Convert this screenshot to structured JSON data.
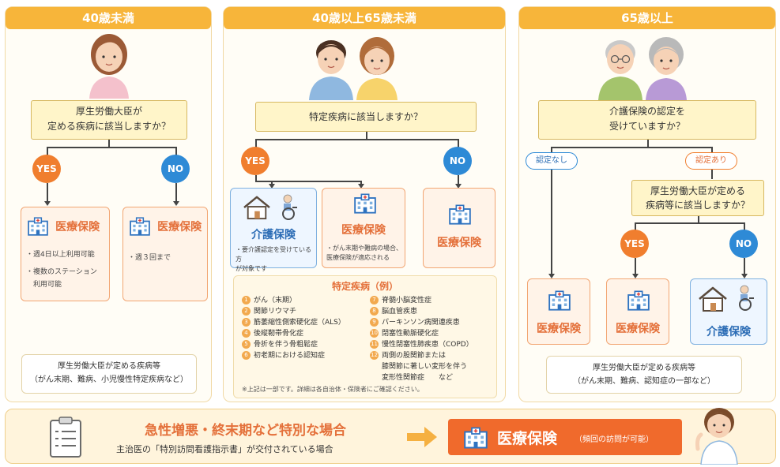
{
  "col1": {
    "title": "40歳未満",
    "question_1": "厚生労働大臣が",
    "question_2": "定める疾病に該当しますか？",
    "yes": "YES",
    "no": "NO",
    "yes_box": {
      "title": "医療保険",
      "bullets": [
        "・週4日以上利用可能",
        "・複数のステーション",
        "　利用可能"
      ]
    },
    "no_box": {
      "title": "医療保険",
      "bullets": [
        "・週３回まで"
      ]
    },
    "info_1": "厚生労働大臣が定める疾病等",
    "info_2": "（がん末期、難病、小児慢性特定疾病など）"
  },
  "col2": {
    "title": "40歳以上65歳未満",
    "question": "特定疾病に該当しますか？",
    "yes": "YES",
    "no": "NO",
    "kaigo_box": {
      "title": "介護保険",
      "notes": [
        "・要介護認定を受けている方",
        "が対象です"
      ]
    },
    "med_box": {
      "title": "医療保険",
      "notes": [
        "・がん末期や難病の場合、",
        "医療保険が適応される"
      ]
    },
    "no_box": {
      "title": "医療保険"
    },
    "disease_title": "特定疾病（例）",
    "diseases_left": [
      "がん（末期）",
      "関節リウマチ",
      "筋萎縮性側索硬化症（ALS）",
      "後縦靭帯骨化症",
      "骨折を伴う骨粗鬆症",
      "初老期における認知症"
    ],
    "diseases_right": [
      "脊髄小脳変性症",
      "脳血管疾患",
      "パーキンソン病関連疾患",
      "閉塞性動脈硬化症",
      "慢性閉塞性肺疾患（COPD）",
      "両側の股関節または",
      "膝関節に著しい変形を伴う",
      "変形性関節症　　など"
    ],
    "nums_left": [
      "1",
      "2",
      "3",
      "4",
      "5",
      "6"
    ],
    "nums_right": [
      "7",
      "8",
      "9",
      "10",
      "11",
      "12"
    ],
    "footnote": "※上記は一部です。詳細は各自治体・保険者にご確認ください。"
  },
  "col3": {
    "title": "65歳以上",
    "question_1": "介護保険の認定を",
    "question_2": "受けていますか？",
    "nintei_nashi": "認定なし",
    "nintei_ari": "認定あり",
    "question2_1": "厚生労働大臣が定める",
    "question2_2": "疾病等に該当しますか？",
    "yes": "YES",
    "no": "NO",
    "box1_title": "医療保険",
    "box2_title": "医療保険",
    "box3_title": "介護保険",
    "info_1": "厚生労働大臣が定める疾病等",
    "info_2": "（がん末期、難病、認知症の一部など）"
  },
  "bottom": {
    "headline": "急性増悪・終末期など特別な場合",
    "sub": "主治医の「特別訪問看護指示書」が交付されている場合",
    "result_title": "医療保険",
    "result_note": "（頻回の訪問が可能）"
  }
}
